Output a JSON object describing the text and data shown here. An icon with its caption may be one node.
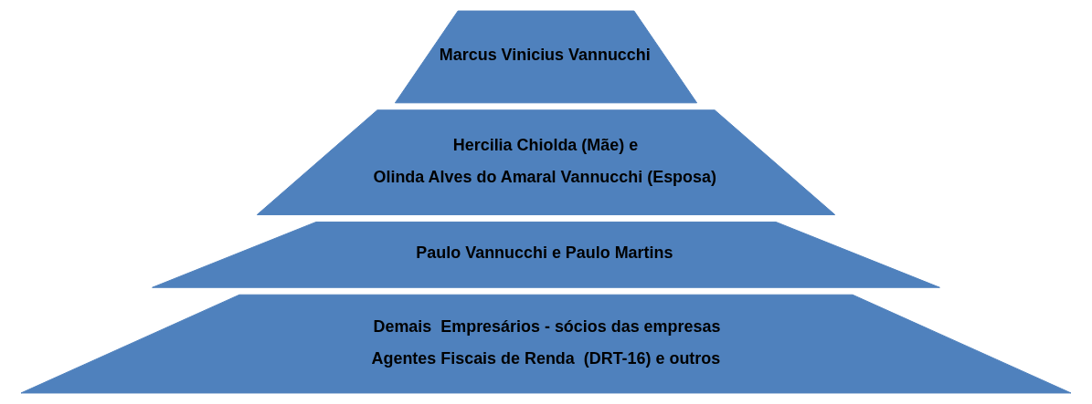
{
  "diagram": {
    "nodes": [
      {
        "text": [
          "Marcus Vinicius Vannucchi"
        ]
      },
      {
        "text": [
          "Hercilia Chiolda (Mãe) e",
          "Olinda Alves do Amaral Vannucchi (Esposa)"
        ]
      },
      {
        "text": [
          "Paulo Vannucchi e Paulo Martins"
        ]
      },
      {
        "text": [
          "Demais  Empresários - sócios das empresas",
          "Agentes Fiscais de Renda  (DRT-16) e outros"
        ]
      }
    ]
  }
}
